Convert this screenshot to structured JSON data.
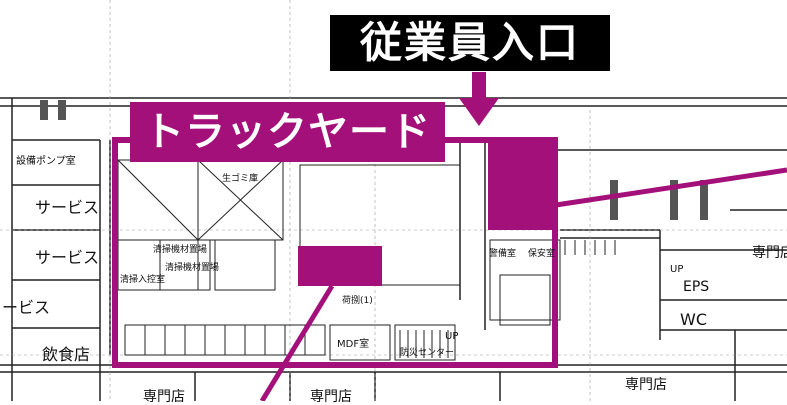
{
  "labels": {
    "entrance": "従業員入口",
    "track_yard": "トラックヤード"
  },
  "rooms": {
    "pump_room": "設備ポンプ室",
    "service_1": "サービス",
    "service_2": "サービス",
    "service_3": "ービス",
    "restaurant": "飲食店",
    "raw_garbage": "生ゴミ庫",
    "waste_place": "清掃機材置場",
    "cleaning_room": "清掃入控室",
    "cleaning_material": "清掃機材置場",
    "unloading": "荷捌(1)",
    "mdf_room": "MDF室",
    "disaster_prevention": "防災センター",
    "security_room": "警備室",
    "guard_room": "保安室",
    "eps": "EPS",
    "wc": "WC",
    "up1": "UP",
    "up2": "UP",
    "shop_1": "専門店",
    "shop_2": "専門店",
    "shop_3": "専門店",
    "shop_4": "専門店"
  },
  "colors": {
    "accent": "#a3107a",
    "label_bg": "#000000",
    "line": "#222222"
  }
}
